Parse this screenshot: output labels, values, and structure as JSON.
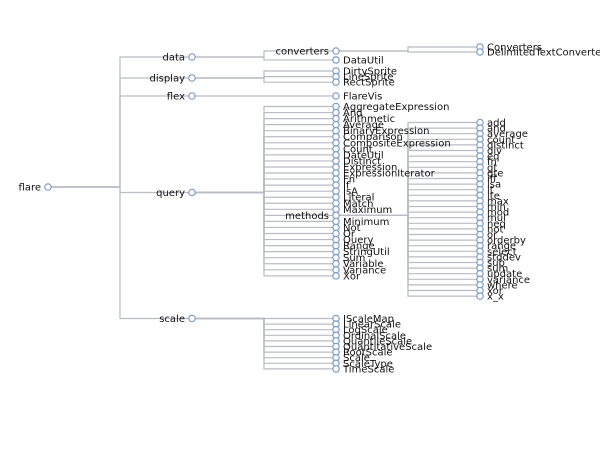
{
  "diagram": {
    "type": "tree",
    "root": {
      "name": "flare",
      "children": [
        {
          "name": "data",
          "children": [
            {
              "name": "converters",
              "children": [
                {
                  "name": "Converters"
                },
                {
                  "name": "DelimitedTextConverter"
                }
              ]
            },
            {
              "name": "DataUtil"
            }
          ]
        },
        {
          "name": "display",
          "children": [
            {
              "name": "DirtySprite"
            },
            {
              "name": "LineSprite"
            },
            {
              "name": "RectSprite"
            }
          ]
        },
        {
          "name": "flex",
          "children": [
            {
              "name": "FlareVis"
            }
          ]
        },
        {
          "name": "query",
          "children": [
            {
              "name": "AggregateExpression"
            },
            {
              "name": "And"
            },
            {
              "name": "Arithmetic"
            },
            {
              "name": "Average"
            },
            {
              "name": "BinaryExpression"
            },
            {
              "name": "Comparison"
            },
            {
              "name": "CompositeExpression"
            },
            {
              "name": "Count"
            },
            {
              "name": "DateUtil"
            },
            {
              "name": "Distinct"
            },
            {
              "name": "Expression"
            },
            {
              "name": "ExpressionIterator"
            },
            {
              "name": "Fn"
            },
            {
              "name": "If"
            },
            {
              "name": "IsA"
            },
            {
              "name": "Literal"
            },
            {
              "name": "Match"
            },
            {
              "name": "Maximum"
            },
            {
              "name": "methods",
              "children": [
                {
                  "name": "add"
                },
                {
                  "name": "and"
                },
                {
                  "name": "average"
                },
                {
                  "name": "count"
                },
                {
                  "name": "distinct"
                },
                {
                  "name": "div"
                },
                {
                  "name": "eq"
                },
                {
                  "name": "fn"
                },
                {
                  "name": "gt"
                },
                {
                  "name": "gte"
                },
                {
                  "name": "iff"
                },
                {
                  "name": "isa"
                },
                {
                  "name": "lt"
                },
                {
                  "name": "lte"
                },
                {
                  "name": "max"
                },
                {
                  "name": "min"
                },
                {
                  "name": "mod"
                },
                {
                  "name": "mul"
                },
                {
                  "name": "neq"
                },
                {
                  "name": "not"
                },
                {
                  "name": "or"
                },
                {
                  "name": "orderby"
                },
                {
                  "name": "range"
                },
                {
                  "name": "select"
                },
                {
                  "name": "stddev"
                },
                {
                  "name": "sub"
                },
                {
                  "name": "sum"
                },
                {
                  "name": "update"
                },
                {
                  "name": "variance"
                },
                {
                  "name": "where"
                },
                {
                  "name": "xor"
                },
                {
                  "name": "x_x"
                }
              ]
            },
            {
              "name": "Minimum"
            },
            {
              "name": "Not"
            },
            {
              "name": "Or"
            },
            {
              "name": "Query"
            },
            {
              "name": "Range"
            },
            {
              "name": "StringUtil"
            },
            {
              "name": "Sum"
            },
            {
              "name": "Variable"
            },
            {
              "name": "Variance"
            },
            {
              "name": "Xor"
            }
          ]
        },
        {
          "name": "scale",
          "children": [
            {
              "name": "IScaleMap"
            },
            {
              "name": "LinearScale"
            },
            {
              "name": "LogScale"
            },
            {
              "name": "OrdinalScale"
            },
            {
              "name": "QuantileScale"
            },
            {
              "name": "QuantitativeScale"
            },
            {
              "name": "RootScale"
            },
            {
              "name": "Scale"
            },
            {
              "name": "ScaleType"
            },
            {
              "name": "TimeScale"
            }
          ]
        }
      ]
    }
  }
}
